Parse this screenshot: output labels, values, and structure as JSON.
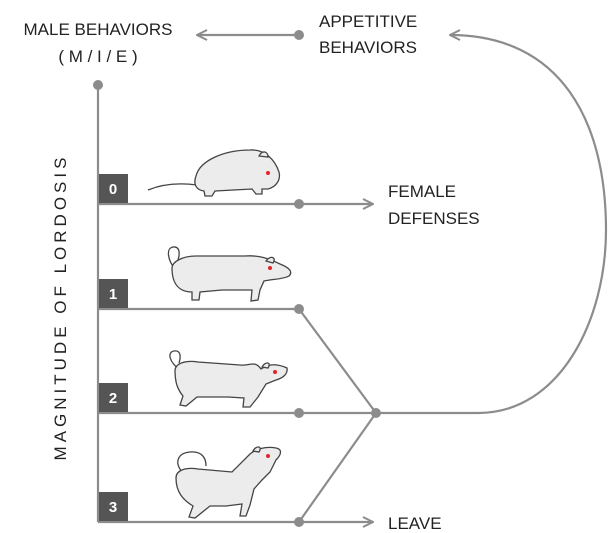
{
  "labels": {
    "male_line1": "MALE BEHAVIORS",
    "male_line2": "( M / I / E )",
    "appetitive_line1": "APPETITIVE",
    "appetitive_line2": "BEHAVIORS",
    "axis": "MAGNITUDE OF LORDOSIS",
    "female_line1": "FEMALE",
    "female_line2": "DEFENSES",
    "leave": "LEAVE"
  },
  "levels": [
    {
      "badge": "0"
    },
    {
      "badge": "1"
    },
    {
      "badge": "2"
    },
    {
      "badge": "3"
    }
  ],
  "colors": {
    "line": "#8c8c8c",
    "badge": "#555555",
    "eye": "#e0242a",
    "text": "#222222"
  }
}
